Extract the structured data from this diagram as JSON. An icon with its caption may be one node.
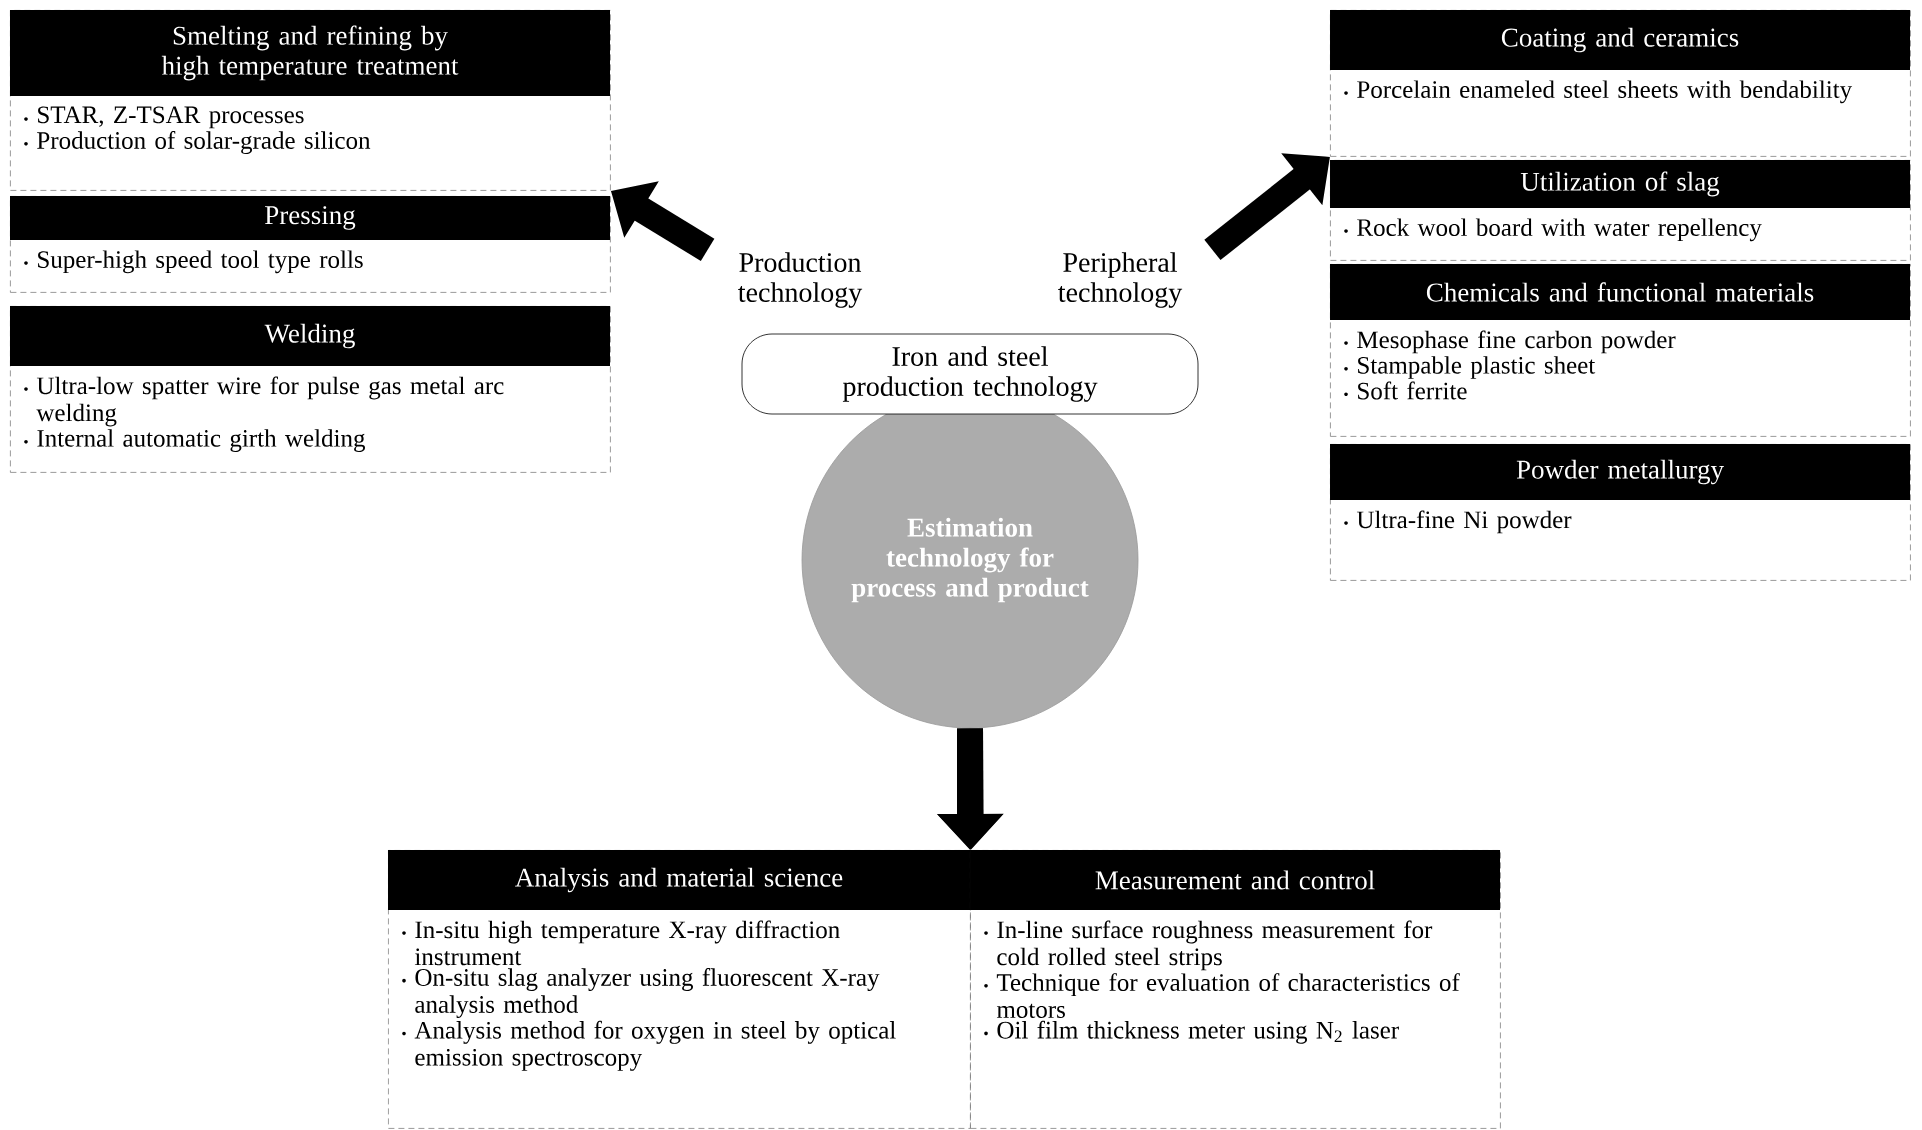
{
  "diagram": {
    "nodes": [
      {
        "text": [
          "Smelting and refining by high temperature treatment",
          "STAR, Z-TSAR processes",
          "Production of solar-grade silicon"
        ]
      },
      {
        "text": [
          "Pressing",
          "Super-high speed tool type rolls"
        ]
      },
      {
        "text": [
          "Welding",
          "Ultra-low spatter wire for pulse gas metal arc welding",
          "Internal automatic girth welding"
        ]
      },
      {
        "text": [
          "Coating and ceramics",
          "Porcelain enameled steel sheets with bendability"
        ]
      },
      {
        "text": [
          "Utilization of slag",
          "Rock wool board with water repellency"
        ]
      },
      {
        "text": [
          "Chemicals and functional materials",
          "Mesophase fine carbon powder",
          "Stampable plastic sheet",
          "Soft ferrite"
        ]
      },
      {
        "text": [
          "Powder metallurgy",
          "Ultra-fine Ni powder"
        ]
      },
      {
        "text": [
          "Analysis and material science",
          "In-situ high temperature X-ray diffraction instrument",
          "On-situ slag analyzer using fluorescent X-ray analysis method",
          "Analysis method for oxygen in steel by optical emission spectroscopy"
        ]
      },
      {
        "text": [
          "Measurement and control",
          "In-line surface roughness measurement for cold rolled steel strips",
          "Technique for evaluation of characteristics of motors",
          "Oil film thickness meter using N$_{2}$ laser"
        ]
      },
      {
        "text": [
          "Production technology"
        ]
      },
      {
        "text": [
          "Peripheral technology"
        ]
      },
      {
        "text": [
          "Iron and steel production technology"
        ]
      },
      {
        "text": [
          "Estimation technology for process and product"
        ]
      }
    ],
    "edges": [
      {
        "from": 9,
        "to": 0,
        "arrow": "to"
      },
      {
        "from": 10,
        "to": 3,
        "arrow": "to"
      },
      {
        "from": 12,
        "to": 7,
        "arrow": "to"
      },
      {
        "from": 12,
        "to": 8,
        "arrow": "to"
      }
    ]
  }
}
